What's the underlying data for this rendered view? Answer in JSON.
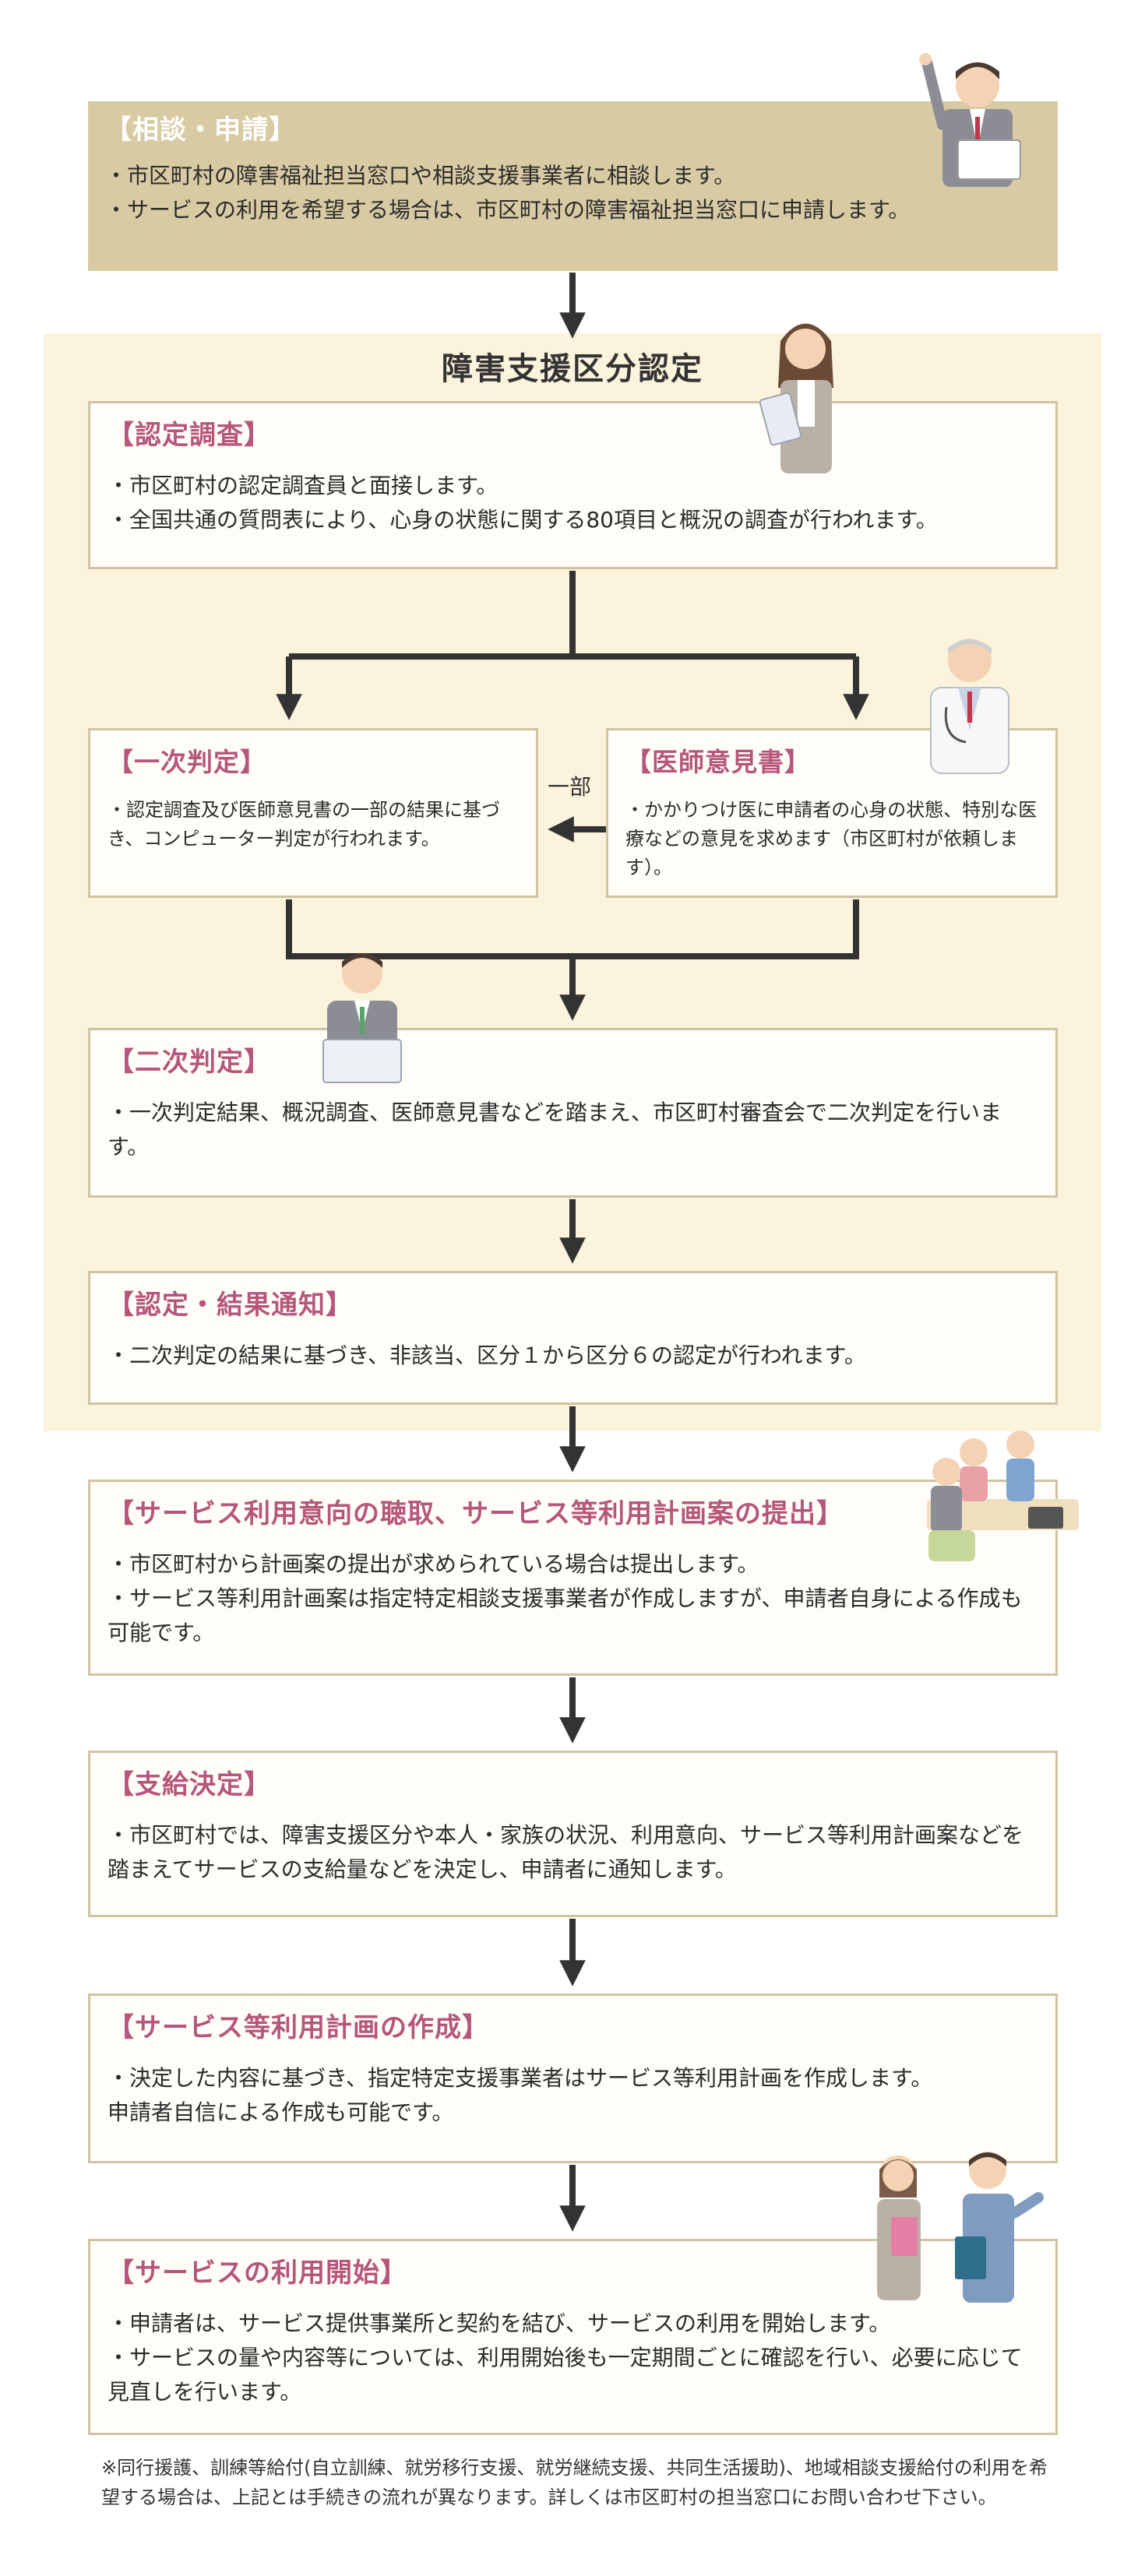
{
  "consultation": {
    "title": "【相談・申請】",
    "lines": [
      "・市区町村の障害福祉担当窓口や相談支援事業者に相談します。",
      "・サービスの利用を希望する場合は、市区町村の障害福祉担当窓口に申請します。"
    ]
  },
  "certification_section": {
    "title": "障害支援区分認定",
    "survey": {
      "title": "【認定調査】",
      "lines": [
        "・市区町村の認定調査員と面接します。",
        "・全国共通の質問表により、心身の状態に関する80項目と概況の調査が行われます。"
      ]
    },
    "first_judgment": {
      "title": "【一次判定】",
      "lines": [
        "・認定調査及び医師意見書の一部の結果に基づき、コンピューター判定が行われます。"
      ]
    },
    "doctor_opinion": {
      "title": "【医師意見書】",
      "lines": [
        "・かかりつけ医に申請者の心身の状態、特別な医療などの意見を求めます（市区町村が依頼します）。"
      ]
    },
    "partial_label": "一部",
    "second_judgment": {
      "title": "【二次判定】",
      "lines": [
        "・一次判定結果、概況調査、医師意見書などを踏まえ、市区町村審査会で二次判定を行います。"
      ]
    },
    "notification": {
      "title": "【認定・結果通知】",
      "lines": [
        "・二次判定の結果に基づき、非該当、区分１から区分６の認定が行われます。"
      ]
    }
  },
  "plan_draft": {
    "title": "【サービス利用意向の聴取、サービス等利用計画案の提出】",
    "lines": [
      "・市区町村から計画案の提出が求められている場合は提出します。",
      "・サービス等利用計画案は指定特定相談支援事業者が作成しますが、申請者自身による作成も可能です。"
    ]
  },
  "payment_decision": {
    "title": "【支給決定】",
    "lines": [
      "・市区町村では、障害支援区分や本人・家族の状況、利用意向、サービス等利用計画案などを踏まえてサービスの支給量などを決定し、申請者に通知します。"
    ]
  },
  "plan_creation": {
    "title": "【サービス等利用計画の作成】",
    "lines": [
      "・決定した内容に基づき、指定特定支援事業者はサービス等利用計画を作成します。",
      "申請者自信による作成も可能です。"
    ]
  },
  "service_start": {
    "title": "【サービスの利用開始】",
    "lines": [
      "・申請者は、サービス提供事業所と契約を結び、サービスの利用を開始します。",
      "・サービスの量や内容等については、利用開始後も一定期間ごとに確認を行い、必要に応じて見直しを行います。"
    ]
  },
  "footnote": "※同行援護、訓練等給付(自立訓練、就労移行支援、就労継続支援、共同生活援助)、地域相談支援給付の利用を希望する場合は、上記とは手続きの流れが異なります。詳しくは市区町村の担当窓口にお問い合わせ下さい。",
  "colors": {
    "title_accent": "#b5567a",
    "first_box_bg": "#d8caa3",
    "panel_bg": "#fbf3dc",
    "box_border": "#cfc3a4",
    "arrow": "#333333"
  },
  "illustrations": [
    "presenter-man-icon",
    "woman-with-clipboard-icon",
    "doctor-icon",
    "man-at-laptop-icon",
    "meeting-group-icon",
    "two-staff-icon"
  ]
}
